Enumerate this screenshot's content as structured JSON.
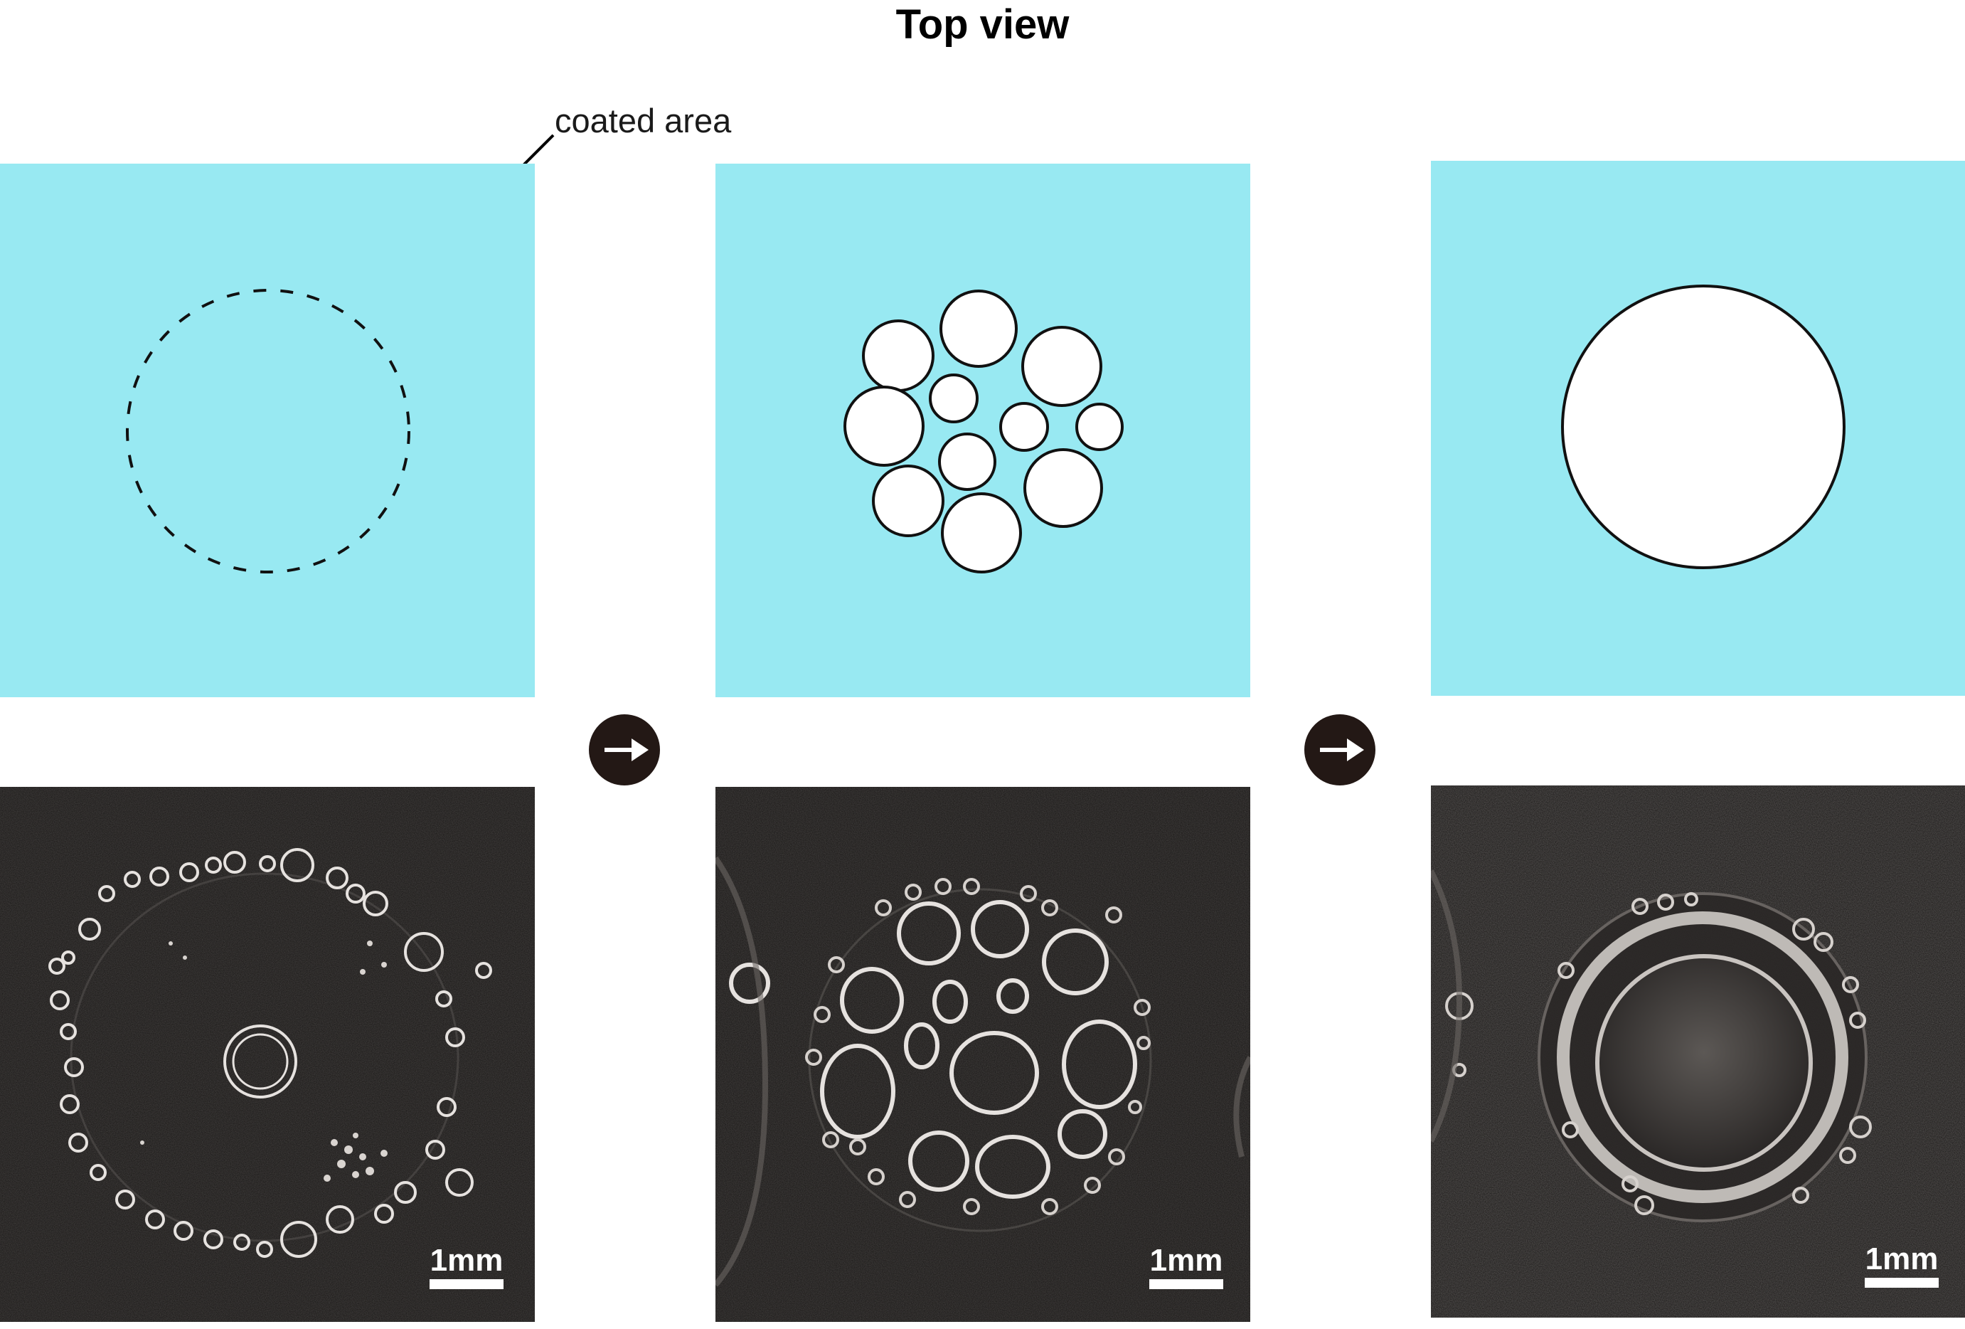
{
  "figure": {
    "title": "Top view",
    "callout_label": "coated area",
    "scale_label": "1mm"
  },
  "colors": {
    "panel_fill": "#98e9f2",
    "photo_background": "#161413",
    "arrow_fill": "#231815",
    "bubble_fill": "#ffffff",
    "outline": "#000000"
  },
  "icons": {
    "step_arrow": "right-arrow-in-circle-icon"
  }
}
